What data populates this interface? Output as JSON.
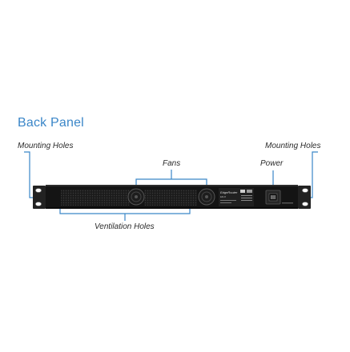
{
  "title": "Back Panel",
  "callouts": {
    "mounting_left": "Mounting Holes",
    "mounting_right": "Mounting Holes",
    "fans": "Fans",
    "power": "Power",
    "ventilation": "Ventilation Holes"
  },
  "device_labels": {
    "brand": "EdgeRouter",
    "model": "ER-8"
  },
  "colors": {
    "title": "#3a86c8",
    "leader_line": "#3a86c8",
    "chassis": "#1a1a1a",
    "ear": "#1f1f1f"
  }
}
